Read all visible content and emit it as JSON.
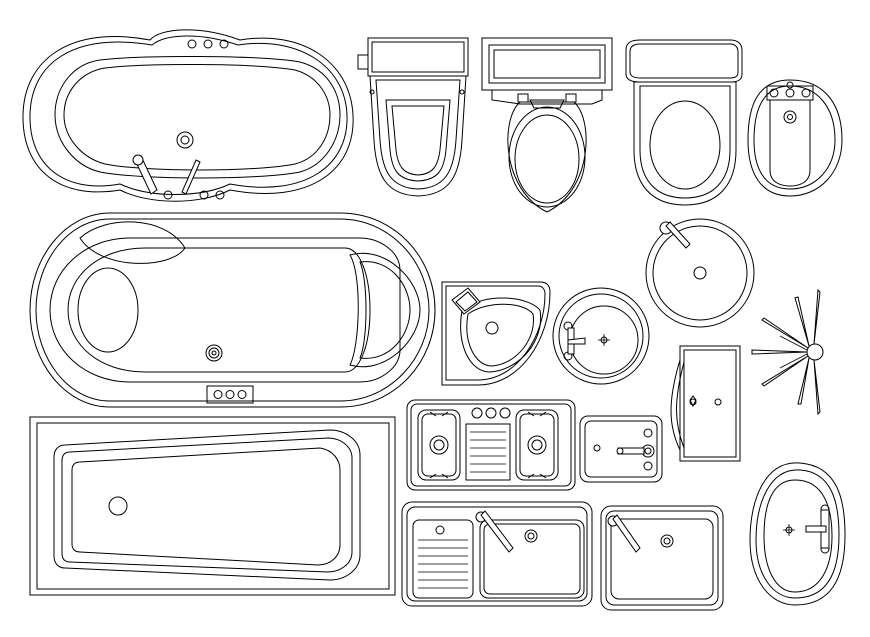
{
  "drawing": {
    "background": "#ffffff",
    "line_color": "#000000",
    "fixtures": [
      {
        "id": "oval-bathtub-top",
        "icon": "oval-bathtub-icon"
      },
      {
        "id": "toilet-1",
        "icon": "toilet-icon"
      },
      {
        "id": "toilet-2",
        "icon": "toilet-icon"
      },
      {
        "id": "toilet-3",
        "icon": "toilet-icon"
      },
      {
        "id": "bidet",
        "icon": "bidet-icon"
      },
      {
        "id": "corner-bathtub",
        "icon": "bathtub-icon"
      },
      {
        "id": "corner-sink",
        "icon": "sink-icon"
      },
      {
        "id": "round-basin",
        "icon": "basin-icon"
      },
      {
        "id": "round-vessel-sink",
        "icon": "basin-icon"
      },
      {
        "id": "shower-head",
        "icon": "shower-icon"
      },
      {
        "id": "wall-basin",
        "icon": "basin-icon"
      },
      {
        "id": "rectangular-bathtub",
        "icon": "bathtub-icon"
      },
      {
        "id": "double-kitchen-sink",
        "icon": "kitchen-sink-icon"
      },
      {
        "id": "small-bar-sink",
        "icon": "sink-icon"
      },
      {
        "id": "sink-with-drainboard",
        "icon": "kitchen-sink-icon"
      },
      {
        "id": "single-kitchen-sink",
        "icon": "kitchen-sink-icon"
      },
      {
        "id": "oval-countertop-basin",
        "icon": "basin-icon"
      }
    ]
  }
}
